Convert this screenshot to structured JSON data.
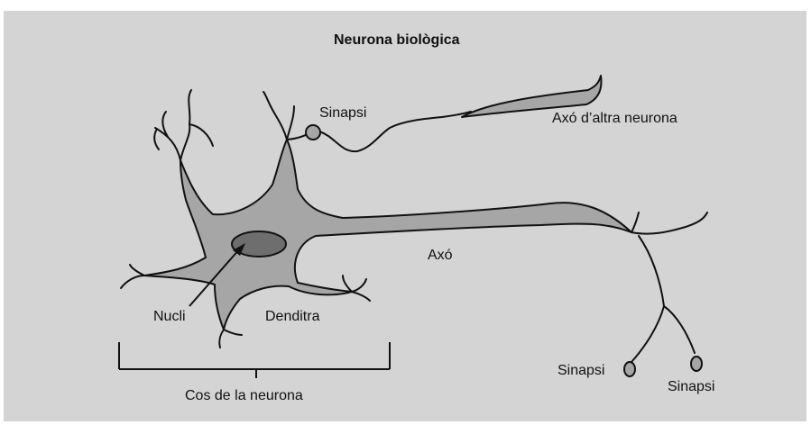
{
  "diagram": {
    "title": "Neurona biològica",
    "labels": {
      "sinapsi_top": "Sinapsi",
      "axo_altra": "Axó d’altra neurona",
      "axo": "Axó",
      "nucli": "Nucli",
      "denditra": "Denditra",
      "cos": "Cos de la neurona",
      "sinapsi_left": "Sinapsi",
      "sinapsi_right": "Sinapsi"
    },
    "colors": {
      "background": "#d4d4d4",
      "cell_fill": "#a6a6a6",
      "nucleus_fill": "#6e6e6e",
      "stroke": "#111111"
    }
  }
}
